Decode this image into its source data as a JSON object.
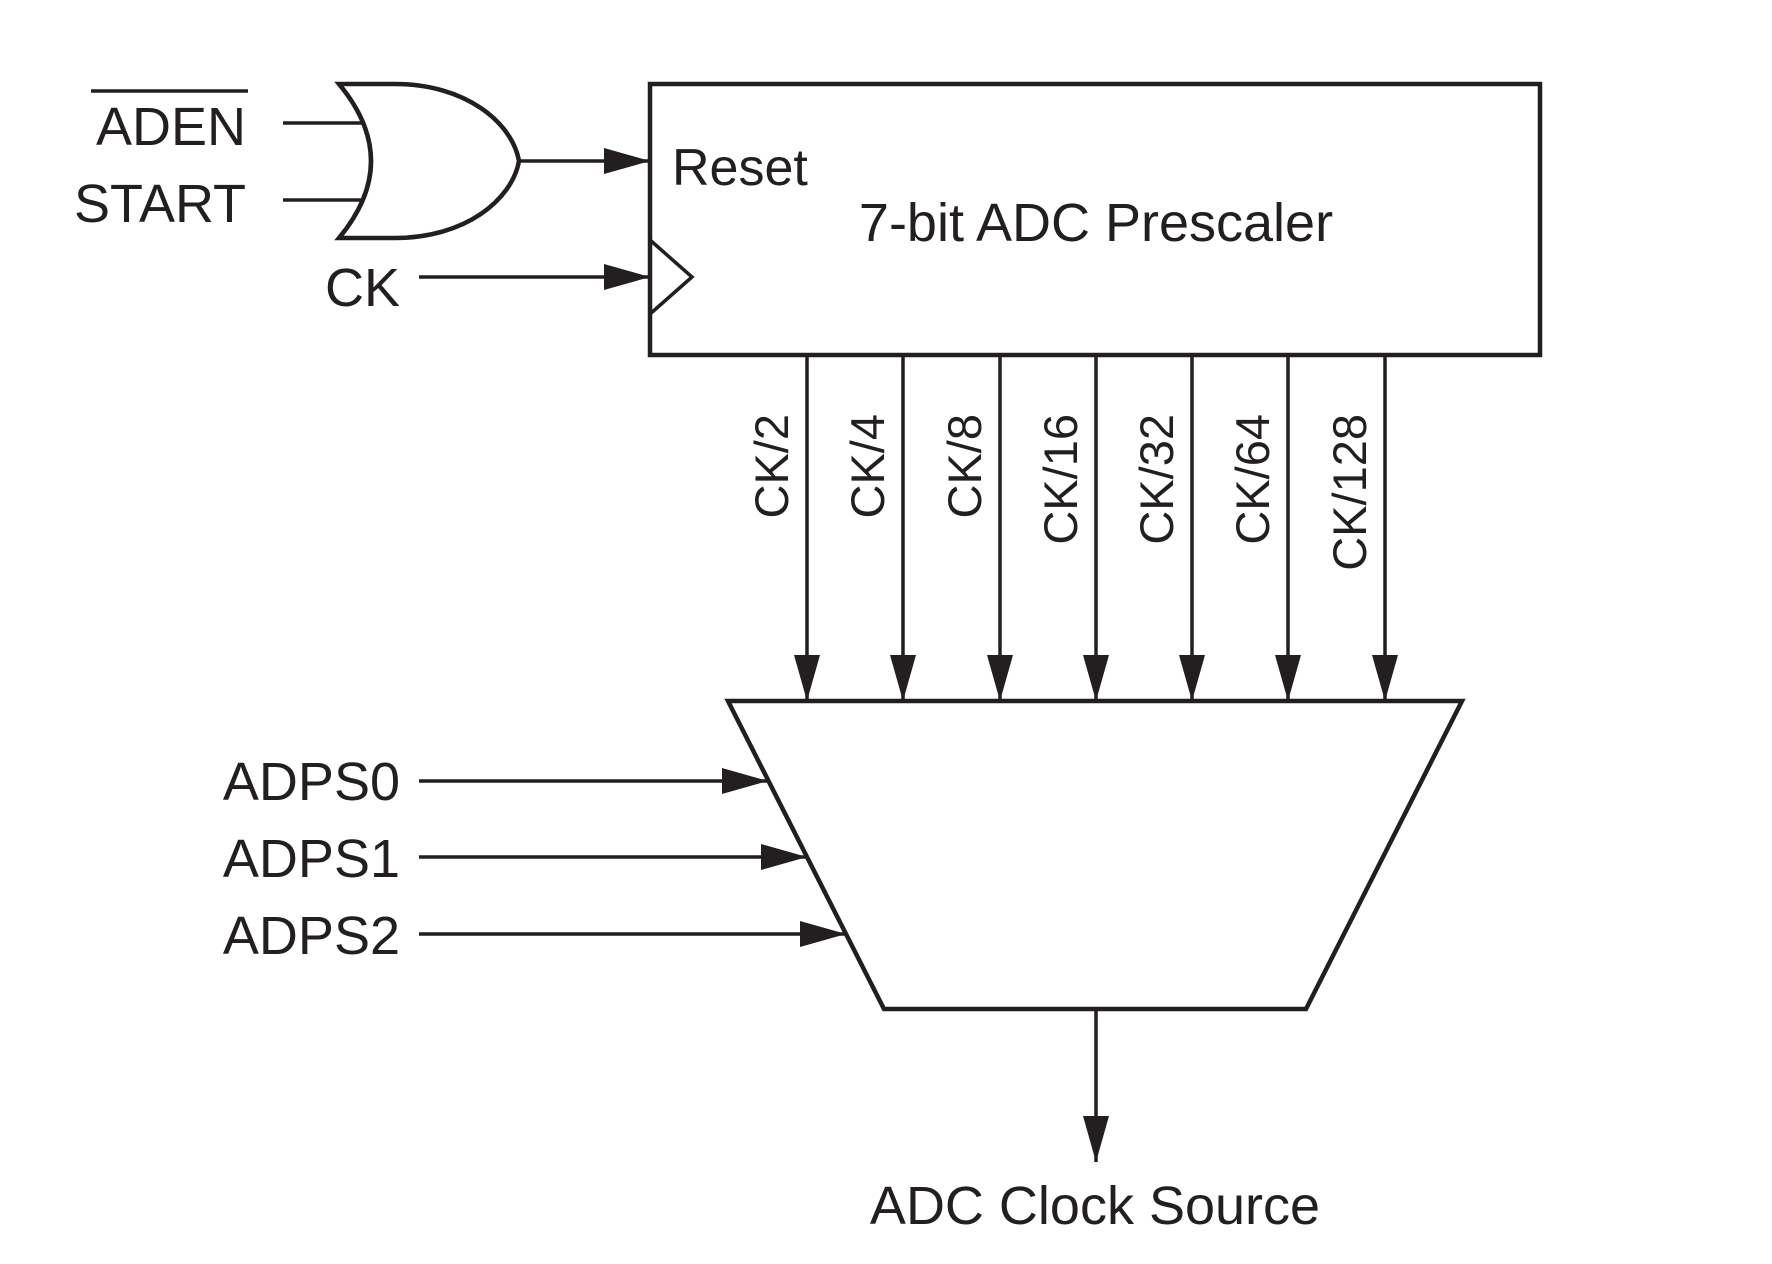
{
  "gate_inputs": [
    {
      "label": "ADEN",
      "inverted": true
    },
    {
      "label": "START",
      "inverted": false
    }
  ],
  "clock_input": {
    "label": "CK"
  },
  "prescaler": {
    "title": "7-bit ADC Prescaler",
    "reset_label": "Reset",
    "outputs": [
      "CK/2",
      "CK/4",
      "CK/8",
      "CK/16",
      "CK/32",
      "CK/64",
      "CK/128"
    ]
  },
  "mux": {
    "select_inputs": [
      "ADPS0",
      "ADPS1",
      "ADPS2"
    ],
    "output_label": "ADC Clock Source"
  },
  "colors": {
    "stroke": "#231f20",
    "background": "#ffffff"
  }
}
